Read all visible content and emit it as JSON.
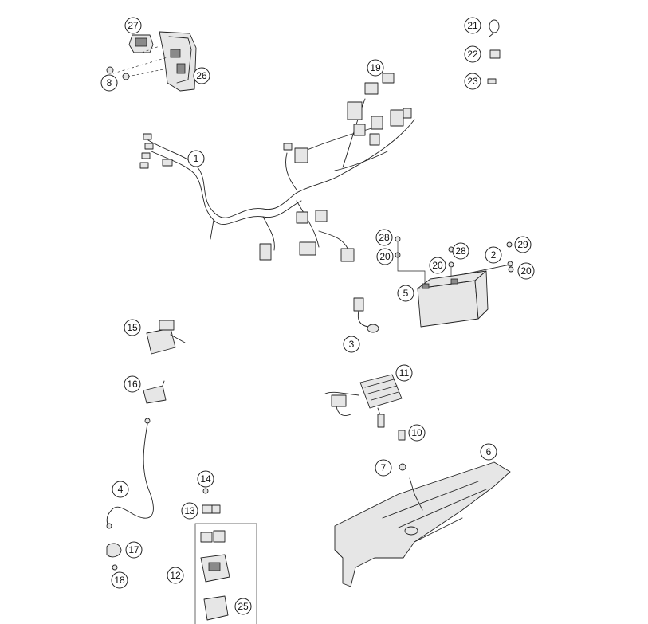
{
  "callouts": {
    "c1": "1",
    "c2": "2",
    "c3": "3",
    "c4": "4",
    "c5": "5",
    "c6": "6",
    "c7": "7",
    "c8": "8",
    "c10": "10",
    "c11": "11",
    "c12": "12",
    "c13": "13",
    "c14": "14",
    "c15": "15",
    "c16": "16",
    "c17": "17",
    "c18": "18",
    "c19": "19",
    "c20a": "20",
    "c20b": "20",
    "c20c": "20",
    "c21": "21",
    "c22": "22",
    "c23": "23",
    "c25": "25",
    "c26": "26",
    "c27": "27",
    "c28a": "28",
    "c28b": "28",
    "c29": "29"
  }
}
